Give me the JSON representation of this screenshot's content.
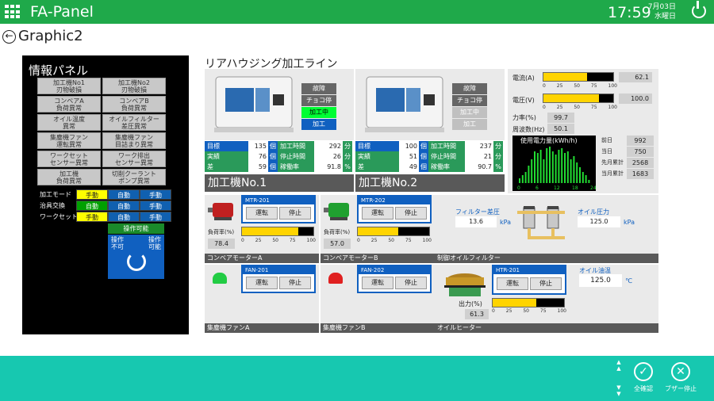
{
  "header": {
    "app_title": "FA-Panel",
    "time": "17:59",
    "date": "7月03日",
    "weekday": "水曜日"
  },
  "page": {
    "title": "Graphic2"
  },
  "info_panel": {
    "title": "情報パネル",
    "alarms": [
      [
        "加工機No1\n刃物破損",
        "加工機No2\n刃物破損"
      ],
      [
        "コンベアA\n負荷異常",
        "コンベアB\n負荷異常"
      ],
      [
        "オイル温度\n異常",
        "オイルフィルター\n差圧異常"
      ],
      [
        "集塵機ファン\n運転異常",
        "集塵機ファン\n目詰まり異常"
      ],
      [
        "ワークセット\nセンサー異常",
        "ワーク排出\nセンサー異常"
      ],
      [
        "加工機\n負荷異常",
        "切削クーラント\nポンプ異常"
      ]
    ],
    "modes": [
      {
        "label": "加工モード",
        "cells": [
          "手動",
          "自動",
          "手動"
        ]
      },
      {
        "label": "治具交換",
        "cells": [
          "自動",
          "自動",
          "手動"
        ]
      },
      {
        "label": "ワークセット",
        "cells": [
          "手動",
          "自動",
          "手動"
        ]
      }
    ],
    "op_enable": "操作可能",
    "op_disable": "操作\n不可",
    "op_enable2": "操作\n可能"
  },
  "line_title": "リアハウジング加工ライン",
  "machines": [
    {
      "name": "加工機No.1",
      "status": [
        "故障",
        "チョコ停",
        "加工中",
        "加工"
      ],
      "counts": [
        {
          "l": "目標",
          "v": "135",
          "u": "個"
        },
        {
          "l": "実績",
          "v": "76",
          "u": "個"
        },
        {
          "l": "差",
          "v": "59",
          "u": "個"
        }
      ],
      "times": [
        {
          "l": "加工時間",
          "v": "292",
          "u": "分"
        },
        {
          "l": "停止時間",
          "v": "26",
          "u": "分"
        },
        {
          "l": "稼働率",
          "v": "91.8",
          "u": "%"
        }
      ]
    },
    {
      "name": "加工機No.2",
      "status": [
        "故障",
        "チョコ停",
        "加工中",
        "加工"
      ],
      "counts": [
        {
          "l": "目標",
          "v": "100",
          "u": "個"
        },
        {
          "l": "実績",
          "v": "51",
          "u": "個"
        },
        {
          "l": "差",
          "v": "49",
          "u": "個"
        }
      ],
      "times": [
        {
          "l": "加工時間",
          "v": "237",
          "u": "分"
        },
        {
          "l": "停止時間",
          "v": "21",
          "u": "分"
        },
        {
          "l": "稼働率",
          "v": "90.7",
          "u": "%"
        }
      ]
    }
  ],
  "power": {
    "current_label": "電流(A)",
    "current": "62.1",
    "current_frac": 0.62,
    "voltage_label": "電圧(V)",
    "voltage": "100.0",
    "voltage_frac": 0.8,
    "scale": [
      "0",
      "25",
      "50",
      "75",
      "100"
    ],
    "pf_label": "力率(%)",
    "pf": "99.7",
    "freq_label": "周波数(Hz)",
    "freq": "50.1",
    "chart_title": "使用電力量(kWh/h)",
    "chart_ticks": [
      "0",
      "6",
      "12",
      "18",
      "24"
    ],
    "stats": [
      {
        "l": "前日",
        "v": "992"
      },
      {
        "l": "当日",
        "v": "750"
      },
      {
        "l": "先月累計",
        "v": "2568"
      },
      {
        "l": "当月累計",
        "v": "1683"
      }
    ]
  },
  "conveyors": [
    {
      "label": "コンベアモーターA",
      "tag": "MTR-201",
      "run": "運転",
      "stop": "停止",
      "load_label": "負荷率(%)",
      "load": "78.4",
      "frac": 0.784,
      "scale": [
        "0",
        "25",
        "50",
        "75",
        "100"
      ]
    },
    {
      "label": "コンベアモーターB",
      "tag": "MTR-202",
      "run": "運転",
      "stop": "停止",
      "load_label": "負荷率(%)",
      "load": "57.0",
      "frac": 0.57,
      "scale": [
        "0",
        "25",
        "50",
        "75",
        "100"
      ]
    }
  ],
  "filter": {
    "label": "制御オイルフィルター",
    "diff_label": "フィルター差圧",
    "diff": "13.6",
    "diff_unit": "kPa",
    "oil_label": "オイル圧力",
    "oil": "125.0",
    "oil_unit": "kPa"
  },
  "fans": [
    {
      "label": "集塵機ファンA",
      "tag": "FAN-201",
      "run": "運転",
      "stop": "停止",
      "color": "#22cc44"
    },
    {
      "label": "集塵機ファンB",
      "tag": "FAN-202",
      "run": "運転",
      "stop": "停止",
      "color": "#e02020"
    }
  ],
  "heater": {
    "label": "オイルヒーター",
    "tag": "HTR-201",
    "run": "運転",
    "stop": "停止",
    "out_label": "出力(%)",
    "out": "61.3",
    "frac": 0.613,
    "temp_label": "オイル油温",
    "temp": "125.0",
    "temp_unit": "℃",
    "scale": [
      "0",
      "25",
      "50",
      "75",
      "100"
    ]
  },
  "footer": {
    "confirm": "全確認",
    "buzzer": "ブザー停止"
  }
}
